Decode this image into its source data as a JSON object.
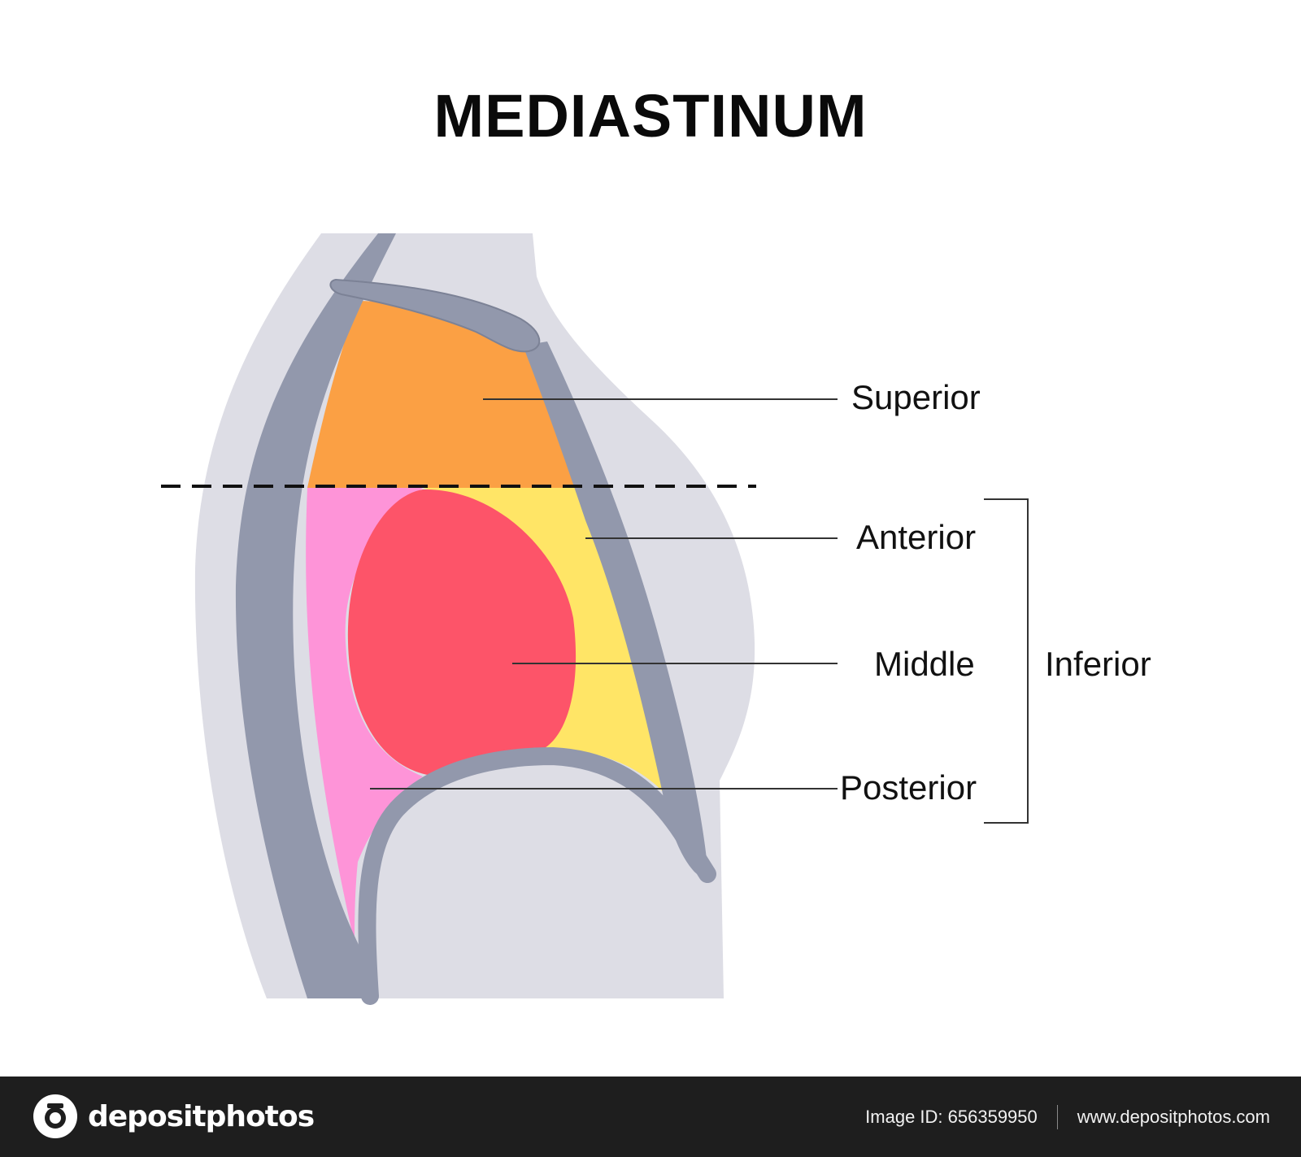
{
  "title": "MEDIASTINUM",
  "labels": {
    "superior": "Superior",
    "anterior": "Anterior",
    "middle": "Middle",
    "posterior": "Posterior",
    "inferior": "Inferior"
  },
  "colors": {
    "body": "#dddde5",
    "bone": "#9298ac",
    "superior": "#fba044",
    "anterior": "#ffe566",
    "middle": "#fd5469",
    "posterior": "#fe94d8",
    "leader": "#333333",
    "footer": "#1e1e1e"
  },
  "footer": {
    "brand": "depositphotos",
    "image_id": "Image ID: 656359950",
    "site": "www.depositphotos.com"
  }
}
